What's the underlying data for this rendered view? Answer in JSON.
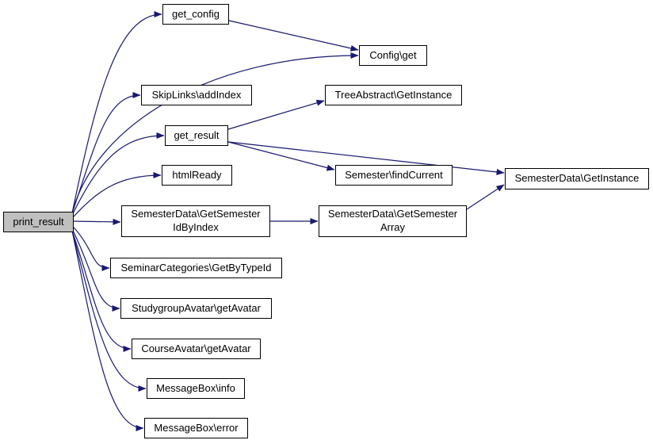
{
  "colors": {
    "edge": "#191970",
    "node_border": "#000000",
    "node_fill": "#ffffff",
    "highlight_fill": "#c0c0c0",
    "background": "#ffffff"
  },
  "graph": {
    "type": "call-graph",
    "root": "print_result",
    "nodes": {
      "print_result": {
        "label": "print_result",
        "highlighted": true
      },
      "get_config": {
        "label": "get_config",
        "highlighted": false
      },
      "config_get": {
        "label": "Config\\get",
        "highlighted": false
      },
      "skiplinks_addindex": {
        "label": "SkipLinks\\addIndex",
        "highlighted": false
      },
      "treeabstract_getinstance": {
        "label": "TreeAbstract\\GetInstance",
        "highlighted": false
      },
      "get_result": {
        "label": "get_result",
        "highlighted": false
      },
      "htmlready": {
        "label": "htmlReady",
        "highlighted": false
      },
      "semester_findcurrent": {
        "label": "Semester\\findCurrent",
        "highlighted": false
      },
      "semesterdata_getinstance": {
        "label": "SemesterData\\GetInstance",
        "highlighted": false
      },
      "semesterdata_getsemesteridbyindex": {
        "label": "SemesterData\\GetSemester\nIdByIndex",
        "highlighted": false
      },
      "semesterdata_getsemesterarray": {
        "label": "SemesterData\\GetSemester\nArray",
        "highlighted": false
      },
      "seminarcategories_getbytypeid": {
        "label": "SeminarCategories\\GetByTypeId",
        "highlighted": false
      },
      "studygroupavatar_getavatar": {
        "label": "StudygroupAvatar\\getAvatar",
        "highlighted": false
      },
      "courseavatar_getavatar": {
        "label": "CourseAvatar\\getAvatar",
        "highlighted": false
      },
      "messagebox_info": {
        "label": "MessageBox\\info",
        "highlighted": false
      },
      "messagebox_error": {
        "label": "MessageBox\\error",
        "highlighted": false
      }
    },
    "edges": [
      {
        "from": "print_result",
        "to": "get_config",
        "curved": true
      },
      {
        "from": "print_result",
        "to": "config_get",
        "curved": true
      },
      {
        "from": "print_result",
        "to": "skiplinks_addindex",
        "curved": true
      },
      {
        "from": "print_result",
        "to": "get_result",
        "curved": true
      },
      {
        "from": "print_result",
        "to": "htmlready",
        "curved": true
      },
      {
        "from": "print_result",
        "to": "semesterdata_getsemesteridbyindex",
        "curved": true
      },
      {
        "from": "print_result",
        "to": "seminarcategories_getbytypeid",
        "curved": true
      },
      {
        "from": "print_result",
        "to": "studygroupavatar_getavatar",
        "curved": true
      },
      {
        "from": "print_result",
        "to": "courseavatar_getavatar",
        "curved": true
      },
      {
        "from": "print_result",
        "to": "messagebox_info",
        "curved": true
      },
      {
        "from": "print_result",
        "to": "messagebox_error",
        "curved": true
      },
      {
        "from": "get_config",
        "to": "config_get",
        "curved": false
      },
      {
        "from": "get_result",
        "to": "treeabstract_getinstance",
        "curved": false
      },
      {
        "from": "get_result",
        "to": "semesterdata_getinstance",
        "curved": false
      },
      {
        "from": "get_result",
        "to": "semester_findcurrent",
        "curved": false
      },
      {
        "from": "semesterdata_getsemesteridbyindex",
        "to": "semesterdata_getsemesterarray",
        "curved": false
      },
      {
        "from": "semesterdata_getsemesterarray",
        "to": "semesterdata_getinstance",
        "curved": false
      }
    ]
  }
}
